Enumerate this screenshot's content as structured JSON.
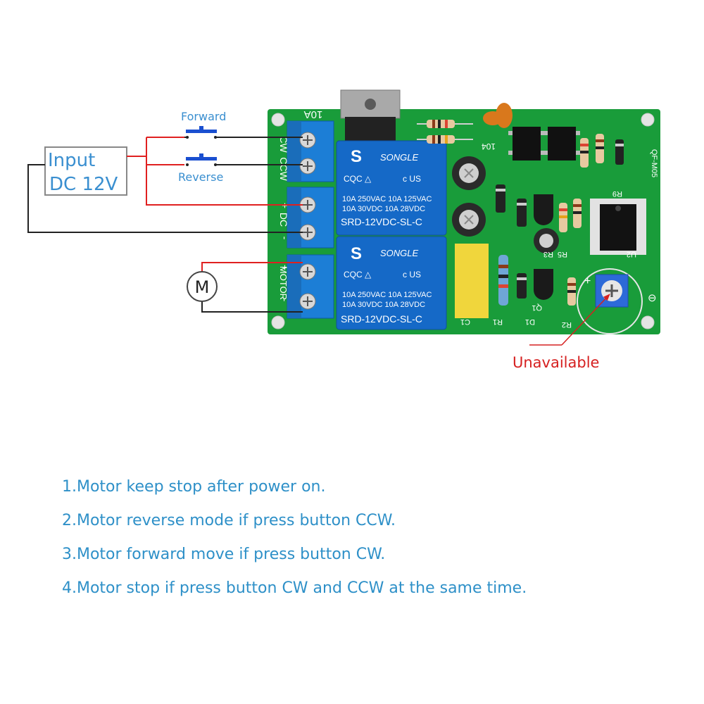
{
  "diagram": {
    "input_label_line1": "Input",
    "input_label_line2": "DC 12V",
    "forward_label": "Forward",
    "reverse_label": "Reverse",
    "motor_symbol": "M",
    "unavailable_label": "Unavailable",
    "wire_colors": {
      "positive": "#e02020",
      "negative": "#222222",
      "button": "#1a4fd0",
      "label": "#3a8fd0",
      "callout": "#d62020"
    }
  },
  "board": {
    "rating": "10A",
    "terminal_labels": [
      "CW",
      "CCW",
      "+",
      "DC",
      "-",
      "+",
      "MOTOR",
      "-"
    ],
    "model": "QF-M05",
    "cap_code": "104",
    "component_labels": [
      "R9",
      "R3",
      "R5",
      "U2",
      "Q1",
      "R1",
      "D1",
      "C1",
      "R2"
    ],
    "pot_plus": "+",
    "pot_minus": "⊖"
  },
  "relays": [
    {
      "brand": "SONGLE",
      "specs": [
        "10A 250VAC   10A 125VAC",
        "10A  30VDC   10A  28VDC"
      ],
      "model": "SRD-12VDC-SL-C",
      "cert": "c US"
    },
    {
      "brand": "SONGLE",
      "specs": [
        "10A 250VAC   10A 125VAC",
        "10A  30VDC   10A  28VDC"
      ],
      "model": "SRD-12VDC-SL-C",
      "cert": "c US"
    }
  ],
  "instructions": [
    "1.Motor keep stop after power on.",
    "2.Motor reverse mode if press button CCW.",
    "3.Motor forward move if press button CW.",
    "4.Motor stop if press button CW and CCW at the same time."
  ]
}
